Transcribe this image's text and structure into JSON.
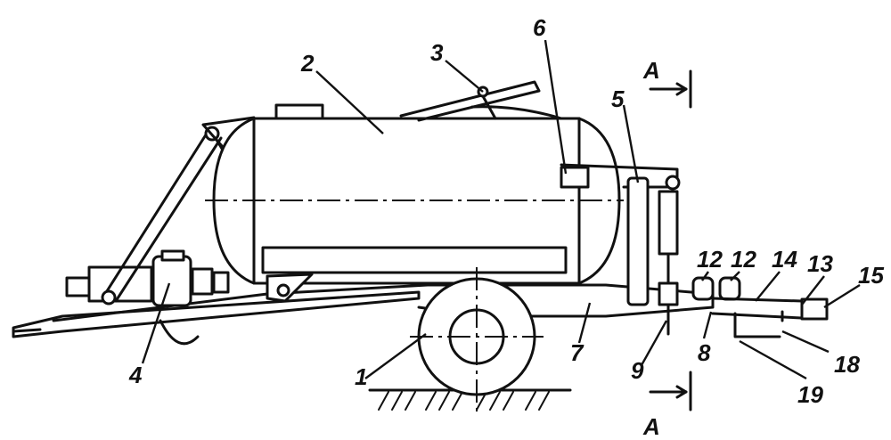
{
  "labels": {
    "l1": "1",
    "l2": "2",
    "l3": "3",
    "l4": "4",
    "l5": "5",
    "l6": "6",
    "l7": "7",
    "l8": "8",
    "l9": "9",
    "l12a": "12",
    "l12b": "12",
    "l13": "13",
    "l14": "14",
    "l15": "15",
    "l18": "18",
    "l19": "19",
    "section_top": "A",
    "section_bottom": "A"
  }
}
